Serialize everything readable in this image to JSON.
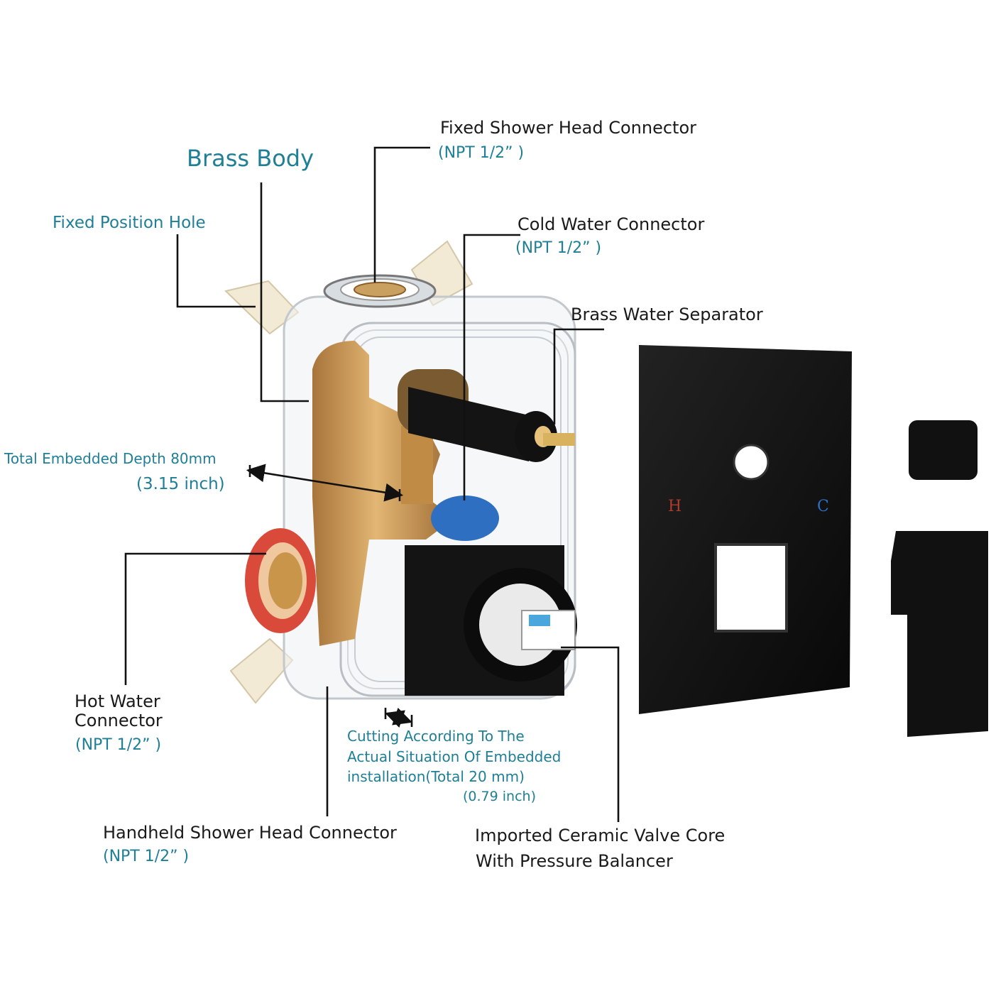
{
  "colors": {
    "label_dark": "#1a1a1a",
    "label_blue": "#1e7f96",
    "leader_line": "#111111",
    "brass": "#c9954a",
    "plate_black": "#121212",
    "hot_ring": "#d94a3a",
    "cold_ring": "#2f6fc2"
  },
  "callouts": {
    "fixed_shower": {
      "title": "Fixed Shower Head Connector",
      "spec": "(NPT 1/2” )"
    },
    "brass_body": {
      "title": "Brass Body"
    },
    "fixed_hole": {
      "title": "Fixed Position Hole"
    },
    "cold_water": {
      "title": "Cold Water Connector",
      "spec": "(NPT 1/2” )"
    },
    "separator": {
      "title": "Brass Water Separator"
    },
    "depth": {
      "title": "Total Embedded Depth 80mm",
      "imperial": "(3.15 inch)"
    },
    "hot_water": {
      "title_line1": "Hot Water",
      "title_line2": "Connector",
      "spec": "(NPT 1/2” )"
    },
    "cutting": {
      "line1": "Cutting According To The",
      "line2": "Actual Situation Of Embedded",
      "line3": "installation(Total 20 mm)",
      "imperial": "(0.79 inch)"
    },
    "handheld": {
      "title": "Handheld Shower Head Connector",
      "spec": "(NPT 1/2” )"
    },
    "valve_core": {
      "line1": "Imported Ceramic Valve Core",
      "line2": "With Pressure Balancer"
    }
  },
  "trim_plate": {
    "hot_mark": "H",
    "cold_mark": "C"
  }
}
